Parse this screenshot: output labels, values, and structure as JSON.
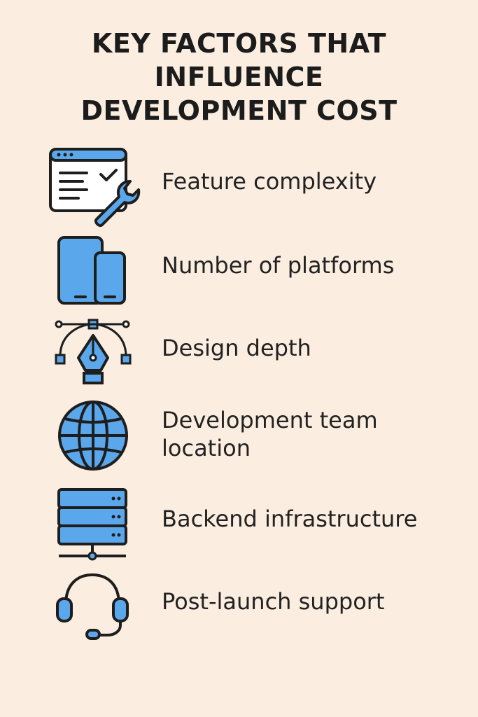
{
  "title": {
    "lines": [
      "KEY FACTORS THAT",
      "INFLUENCE",
      "DEVELOPMENT COST"
    ]
  },
  "colors": {
    "background": "#fbeee1",
    "icon_fill": "#5ba7eb",
    "stroke": "#1e1e1e"
  },
  "factors": [
    {
      "label_lines": [
        "Feature complexity"
      ],
      "icon": "browser-wrench-icon"
    },
    {
      "label_lines": [
        "Number of platforms"
      ],
      "icon": "tablet-phone-icon"
    },
    {
      "label_lines": [
        "Design depth"
      ],
      "icon": "pen-tool-icon"
    },
    {
      "label_lines": [
        "Development team",
        "location"
      ],
      "icon": "globe-icon"
    },
    {
      "label_lines": [
        "Backend infrastructure"
      ],
      "icon": "server-stack-icon"
    },
    {
      "label_lines": [
        "Post-launch support"
      ],
      "icon": "headset-icon"
    }
  ]
}
